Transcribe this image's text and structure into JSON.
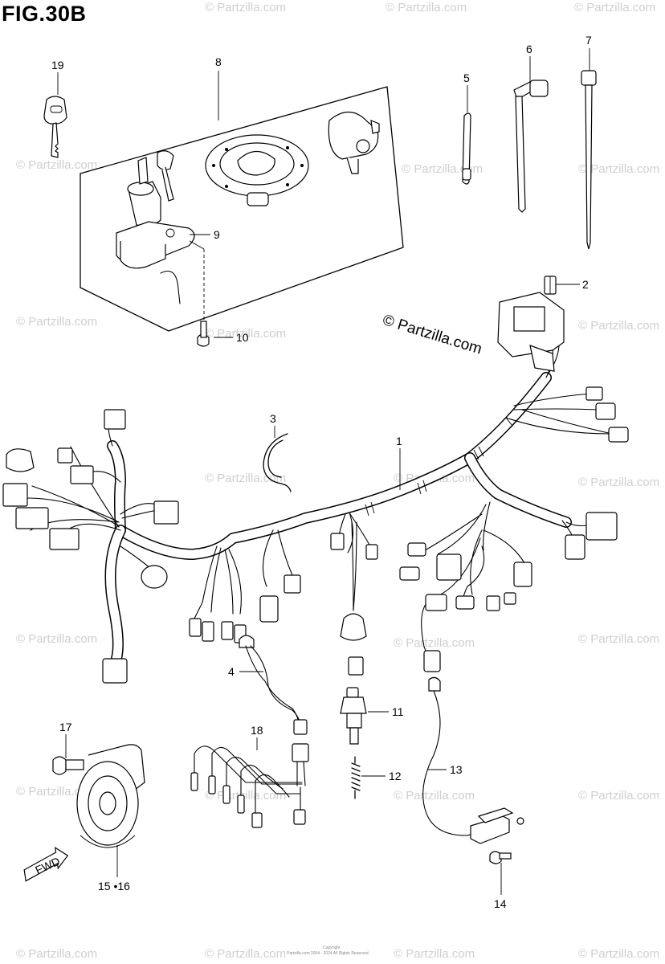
{
  "figure": {
    "title": "FIG.30B",
    "brand_watermark": "© Partzilla.com",
    "background_watermark": "© Partzilla.com",
    "footer_fine_print": [
      "Copyright",
      "Partzilla.com 2004 - 2024 All Rights Reserved"
    ]
  },
  "callouts": [
    {
      "id": "1",
      "label": "1"
    },
    {
      "id": "2",
      "label": "2"
    },
    {
      "id": "3",
      "label": "3"
    },
    {
      "id": "4",
      "label": "4"
    },
    {
      "id": "5",
      "label": "5"
    },
    {
      "id": "6",
      "label": "6"
    },
    {
      "id": "7",
      "label": "7"
    },
    {
      "id": "8",
      "label": "8"
    },
    {
      "id": "9",
      "label": "9"
    },
    {
      "id": "10",
      "label": "10"
    },
    {
      "id": "11",
      "label": "11"
    },
    {
      "id": "12",
      "label": "12"
    },
    {
      "id": "13",
      "label": "13"
    },
    {
      "id": "14",
      "label": "14"
    },
    {
      "id": "15-16",
      "label": "15 •16"
    },
    {
      "id": "17",
      "label": "17"
    },
    {
      "id": "18",
      "label": "18"
    },
    {
      "id": "19",
      "label": "19"
    }
  ],
  "direction_arrow": {
    "label": "FWD"
  }
}
